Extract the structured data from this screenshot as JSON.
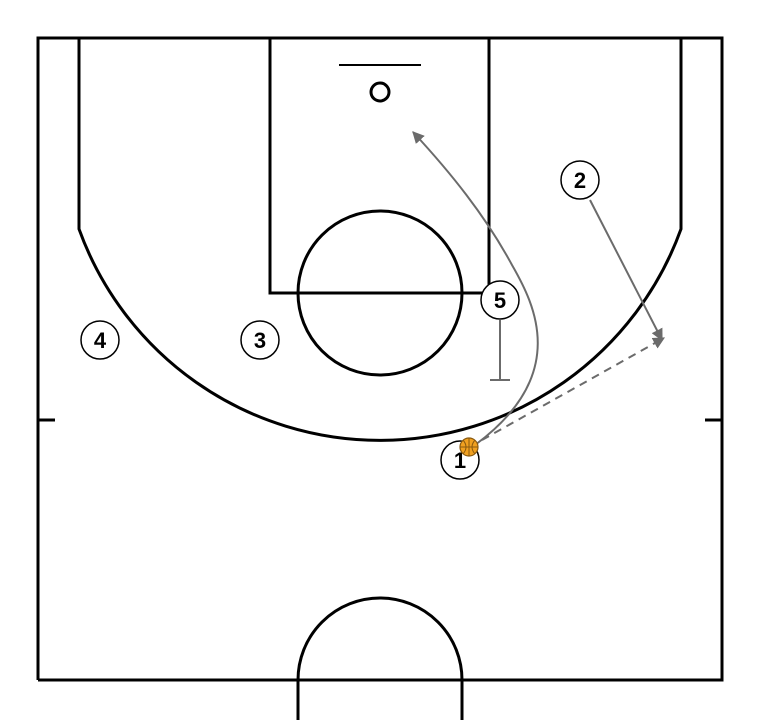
{
  "diagram": {
    "colors": {
      "background": "#ffffff",
      "court_lines": "#000000",
      "movement_arrows": "#6b6b6b",
      "ball": "#f0a020"
    },
    "players": [
      {
        "id": "player-1",
        "label": "1",
        "has_ball": true
      },
      {
        "id": "player-2",
        "label": "2",
        "has_ball": false
      },
      {
        "id": "player-3",
        "label": "3",
        "has_ball": false
      },
      {
        "id": "player-4",
        "label": "4",
        "has_ball": false
      },
      {
        "id": "player-5",
        "label": "5",
        "has_ball": false
      }
    ],
    "actions": [
      {
        "type": "cut",
        "player": "1",
        "style": "solid-curved-arrow"
      },
      {
        "type": "cut",
        "player": "2",
        "style": "solid-arrow"
      },
      {
        "type": "pass",
        "from": "1",
        "to": "2",
        "style": "dashed-arrow"
      },
      {
        "type": "screen",
        "player": "5",
        "style": "t-bar"
      }
    ],
    "icons": [
      "basketball-icon",
      "rim-icon",
      "backboard-icon"
    ]
  }
}
